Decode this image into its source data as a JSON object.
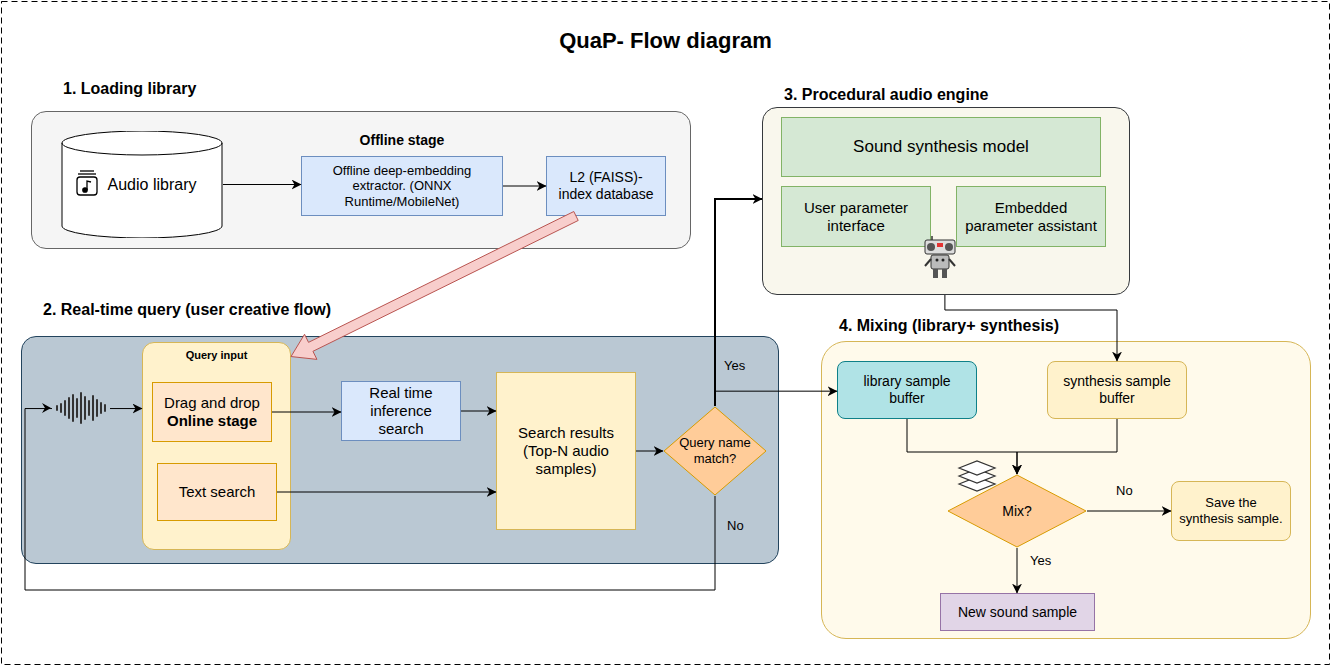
{
  "diagram": {
    "title": "QuaP- Flow diagram",
    "nodes": [
      {
        "text": [
          "1. Loading library"
        ]
      },
      {
        "text": [
          "Audio library"
        ],
        "in": 0
      },
      {
        "text": [
          "Offline stage",
          "Offline deep-embedding extractor. (ONNX Runtime/MobileNet)"
        ],
        "in": 0
      },
      {
        "text": [
          "L2 (FAISS)-index database"
        ],
        "in": 0
      },
      {
        "text": [
          "2. Real-time query (user creative flow)"
        ]
      },
      {
        "text": [
          "Query input"
        ],
        "in": 4
      },
      {
        "text": [
          "Drag and drop",
          "Online stage"
        ],
        "in": 5
      },
      {
        "text": [
          "Text search"
        ],
        "in": 5
      },
      {
        "text": [
          "Real time inference search"
        ],
        "in": 4
      },
      {
        "text": [
          "Search results (Top-N audio samples)"
        ],
        "in": 4
      },
      {
        "text": [
          "Query name match?"
        ],
        "in": 4
      },
      {
        "text": [
          "3. Procedural audio engine"
        ]
      },
      {
        "text": [
          "Sound synthesis model"
        ],
        "in": 11
      },
      {
        "text": [
          "User parameter interface"
        ],
        "in": 11
      },
      {
        "text": [
          "Embedded parameter assistant"
        ],
        "in": 11
      },
      {
        "text": [
          "4. Mixing (library+ synthesis)"
        ]
      },
      {
        "text": [
          "library sample buffer"
        ],
        "in": 15
      },
      {
        "text": [
          "synthesis sample buffer"
        ],
        "in": 15
      },
      {
        "text": [
          "Mix?"
        ],
        "in": 15
      },
      {
        "text": [
          "Save the synthesis sample."
        ],
        "in": 15
      },
      {
        "text": [
          "New sound sample"
        ],
        "in": 15
      }
    ],
    "edges": [
      {
        "from": 1,
        "to": 2,
        "arrow": "to"
      },
      {
        "from": 2,
        "to": 3,
        "arrow": "to"
      },
      {
        "from": 3,
        "to": 5,
        "arrow": "to"
      },
      {
        "from": 6,
        "to": 8,
        "arrow": "to"
      },
      {
        "from": 8,
        "to": 9,
        "arrow": "to"
      },
      {
        "from": 7,
        "to": 9,
        "arrow": "to"
      },
      {
        "from": 9,
        "to": 10,
        "arrow": "to"
      },
      {
        "from": 10,
        "to": 11,
        "arrow": "to"
      },
      {
        "from": 10,
        "to": 16,
        "label": "Yes",
        "arrow": "to"
      },
      {
        "from": 10,
        "to": 5,
        "label": "No",
        "arrow": "to"
      },
      {
        "from": 11,
        "to": 17,
        "arrow": "to"
      },
      {
        "from": 16,
        "to": 18,
        "arrow": "to"
      },
      {
        "from": 17,
        "to": 18,
        "arrow": "to"
      },
      {
        "from": 18,
        "to": 19,
        "label": "No",
        "arrow": "to"
      },
      {
        "from": 18,
        "to": 20,
        "label": "Yes",
        "arrow": "to"
      }
    ]
  }
}
